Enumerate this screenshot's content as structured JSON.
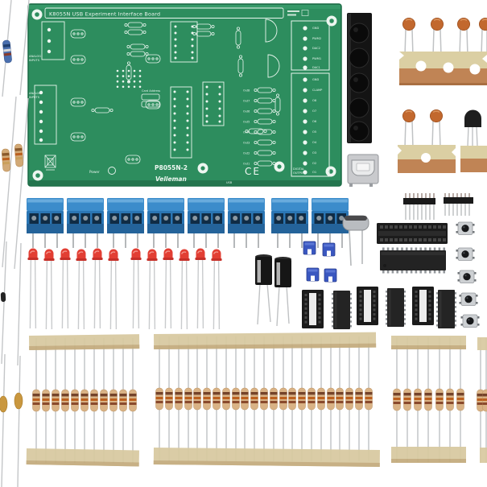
{
  "pcb": {
    "title": "K8055N USB Experiment Interface Board",
    "model": "P8055N-2",
    "brand": "Velleman",
    "ce_mark": "CE",
    "usb_label": "USB",
    "power_label": "Power",
    "analog_line1": "ANALOG",
    "analog_line2": "INPUTS",
    "digital_line1": "DIGITAL",
    "digital_line2": "OUTPUTS",
    "card_address_label": "Card Address",
    "right_labels": [
      "GND",
      "PWM2",
      "DAC2",
      "PWM1",
      "DAC1",
      "GND",
      "CLAMP",
      "O8",
      "O7",
      "O6",
      "O5",
      "O4",
      "O3",
      "O2",
      "O1"
    ],
    "out_labels": [
      "Out8",
      "Out7",
      "Out6",
      "Out5",
      "Out4",
      "Out3",
      "Out2",
      "Out1"
    ],
    "colors": {
      "board": "#2d8d5e",
      "board_edge": "#1b6a45",
      "silkscreen": "#e9f5ee"
    }
  },
  "components": {
    "terminal_blocks": {
      "name": "3-pin screw terminal block",
      "count": 8,
      "color": "#2b76b4"
    },
    "leds": {
      "name": "red 3mm LED",
      "count": 12,
      "color": "#e23e33"
    },
    "ceramic_capacitors": {
      "name": "ceramic disc capacitor on kraft tape",
      "count": 6,
      "color": "#c2682e"
    },
    "electrolytic_capacitors": {
      "name": "electrolytic capacitor",
      "count": 2,
      "color": "#151515"
    },
    "jumper_caps": {
      "name": "blue jumper shunt",
      "count": 4,
      "color": "#3a57c0"
    },
    "crystal": {
      "name": "HC-49 crystal",
      "count": 1
    },
    "transistor": {
      "name": "TO-92 transistor on tape",
      "count": 1
    },
    "pin_headers": {
      "name": "male pin header strip",
      "count": 2
    },
    "dip28_socket": {
      "name": "28-pin DIP IC socket",
      "count": 1
    },
    "dip28_ic": {
      "name": "28-pin DIP IC",
      "count": 1
    },
    "small_sockets": {
      "name": "small DIP IC socket",
      "count": 3
    },
    "small_ics": {
      "name": "small DIP IC",
      "count": 3
    },
    "tactile_buttons": {
      "name": "tactile push button",
      "count": 5
    },
    "usb_connector": {
      "name": "USB type-B socket",
      "count": 1
    },
    "led_spacer_strip": {
      "name": "black LED spacer strip",
      "count": 1,
      "holes": 5
    },
    "resistor_strips": {
      "name": "bandoliered resistor strips",
      "counts": [
        11,
        23,
        7,
        2
      ]
    },
    "loose_resistors": {
      "name": "loose axial resistors at left edge",
      "count": 8
    }
  }
}
